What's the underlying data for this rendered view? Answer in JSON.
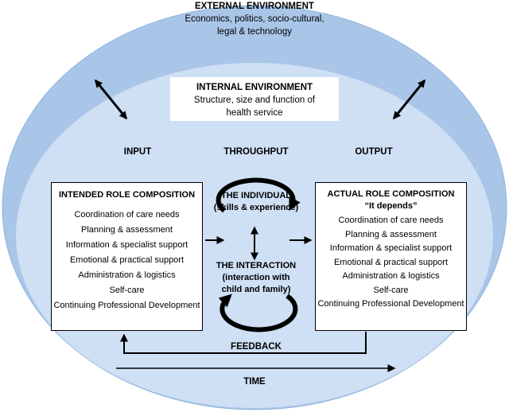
{
  "colors": {
    "external_ellipse": "#a9c6e8",
    "internal_ellipse": "#cfdff4",
    "arrow": "#000000",
    "box_background": "#ffffff"
  },
  "external_environment": {
    "title": "EXTERNAL ENVIRONMENT",
    "subtitle_line1": "Economics, politics, socio-cultural,",
    "subtitle_line2": "legal & technology"
  },
  "internal_environment": {
    "title": "INTERNAL ENVIRONMENT",
    "subtitle_line1": "Structure, size and function of",
    "subtitle_line2": "health service"
  },
  "stages": {
    "input": "INPUT",
    "throughput": "THROUGHPUT",
    "output": "OUTPUT"
  },
  "intended_role": {
    "title": "INTENDED ROLE COMPOSITION",
    "items": [
      "Coordination of care needs",
      "Planning & assessment",
      "Information & specialist support",
      "Emotional & practical support",
      "Administration & logistics",
      "Self-care",
      "Continuing Professional Development"
    ]
  },
  "actual_role": {
    "title": "ACTUAL ROLE COMPOSITION",
    "subtitle": "“It depends”",
    "items": [
      "Coordination of care needs",
      "Planning & assessment",
      "Information & specialist support",
      "Emotional & practical support",
      "Administration & logistics",
      "Self-care",
      "Continuing Professional Development"
    ]
  },
  "individual": {
    "title": "THE INDIVIDUAL",
    "subtitle": "(skills & experience)"
  },
  "interaction": {
    "title": "THE INTERACTION",
    "subtitle": "(interaction with child and family)"
  },
  "feedback_label": "FEEDBACK",
  "time_label": "TIME"
}
